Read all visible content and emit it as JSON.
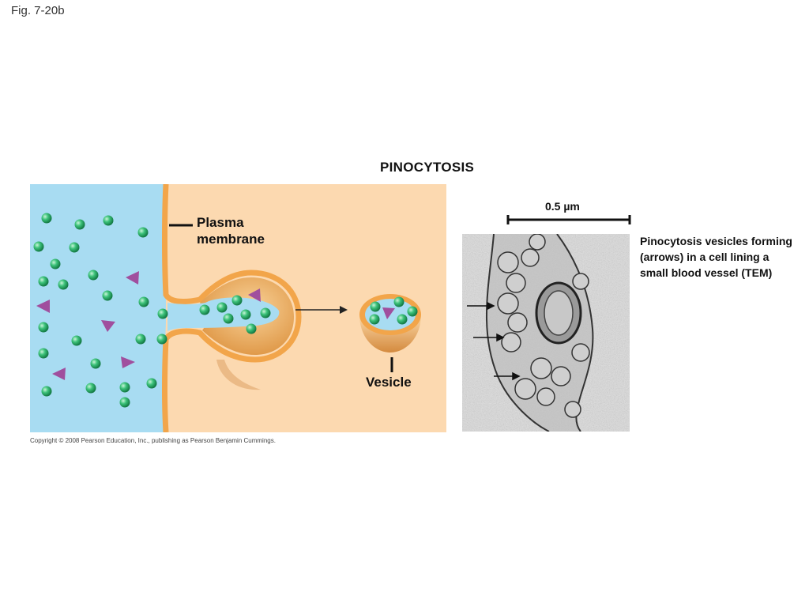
{
  "figure_label": "Fig. 7-20b",
  "title": "PINOCYTOSIS",
  "labels": {
    "plasma_membrane": "Plasma\nmembrane",
    "vesicle": "Vesicle"
  },
  "copyright": "Copyright © 2008 Pearson Education, Inc., publishing as Pearson Benjamin Cummings.",
  "micrograph": {
    "scale": "0.5 µm",
    "caption": "Pinocytosis vesicles forming (arrows) in a cell lining a small blood vessel (TEM)"
  },
  "colors": {
    "extracellular": "#a8dcf2",
    "cytoplasm": "#fcd9b0",
    "membrane": "#f2a54a",
    "solute_sphere": "#2fb56a",
    "solute_triangle": "#a04f9e"
  }
}
